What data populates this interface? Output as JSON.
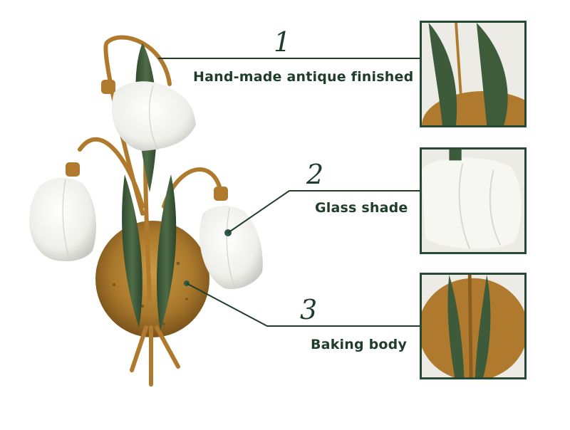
{
  "callouts": [
    {
      "number": "1",
      "label": "Hand-made antique finished"
    },
    {
      "number": "2",
      "label": "Glass shade"
    },
    {
      "number": "3",
      "label": "Baking body"
    }
  ],
  "colors": {
    "leaf_green": "#3d5a3a",
    "brass": "#b07a2e",
    "glass": "#f3f3f0",
    "line": "#1f3d2a"
  }
}
